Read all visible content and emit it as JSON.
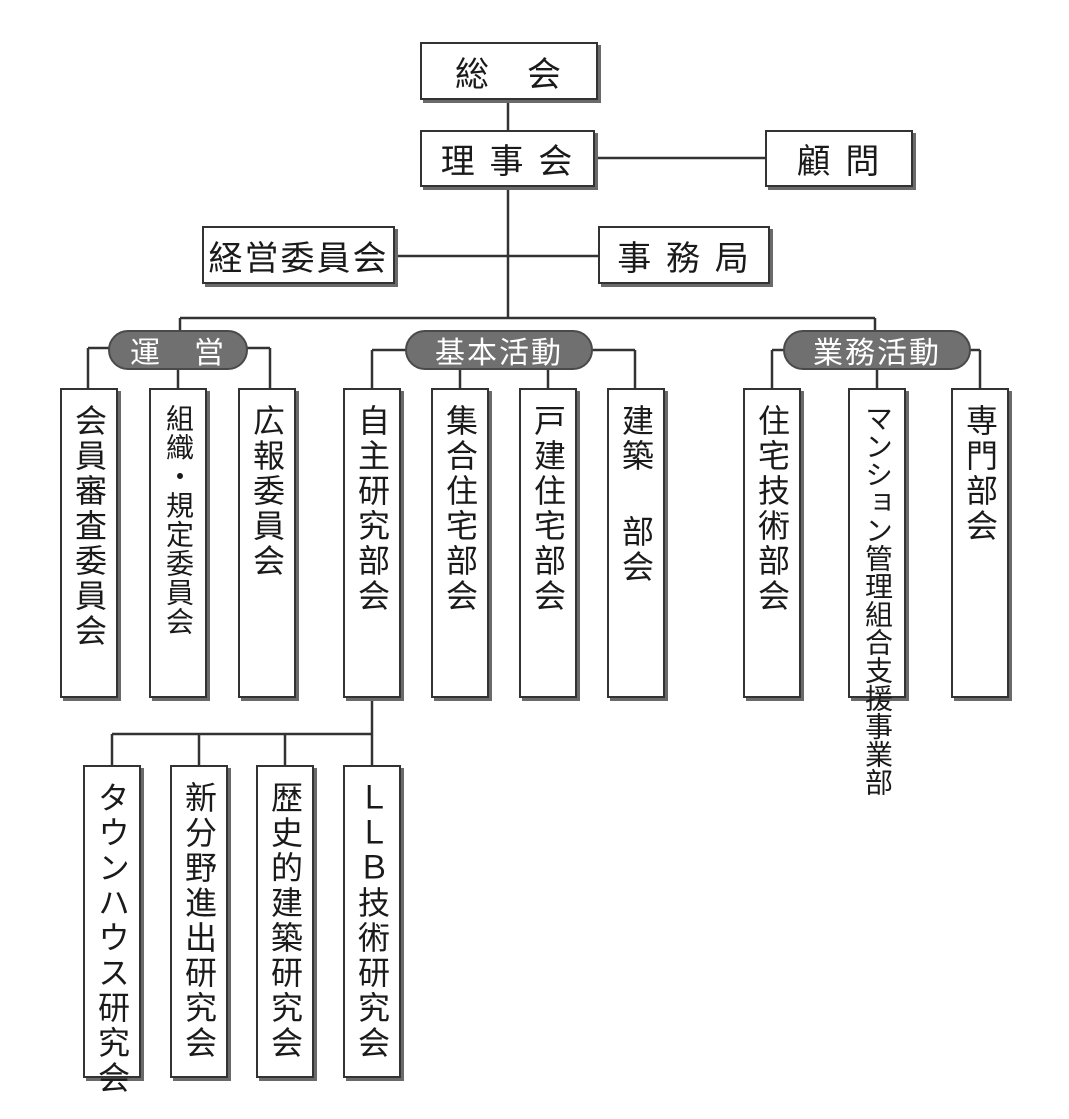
{
  "top": {
    "general_assembly": "総　会",
    "board": "理 事 会",
    "advisor": "顧 問"
  },
  "staff": {
    "management_committee": "経営委員会",
    "secretariat": "事 務 局"
  },
  "categories": {
    "operations": "運　営",
    "basic_activities": "基本活動",
    "business_activities": "業務活動"
  },
  "operations_units": [
    "会員審査委員会",
    "組織・規定委員会",
    "広報委員会"
  ],
  "basic_units": [
    "自主研究部会",
    "集合住宅部会",
    "戸建住宅部会",
    "建築 部会"
  ],
  "business_units": [
    "住宅技術部会",
    "マンション管理組合支援事業部",
    "専門部会"
  ],
  "study_groups": [
    "タウンハウス研究会",
    "新分野進出研究会",
    "歴史的建築研究会",
    "ＬＬＢ技術研究会"
  ]
}
